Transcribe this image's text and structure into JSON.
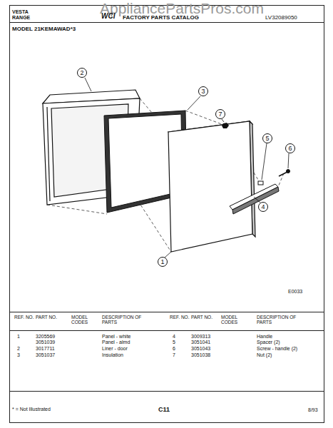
{
  "diagram": {
    "nodes": [
      {
        "text": [
          "2"
        ]
      },
      {
        "text": [
          "3"
        ]
      },
      {
        "text": [
          "7"
        ]
      },
      {
        "text": [
          "5"
        ]
      },
      {
        "text": [
          "6"
        ]
      },
      {
        "text": [
          "4"
        ]
      },
      {
        "text": [
          "1"
        ]
      }
    ],
    "labels": [
      "AppliancePartsPros.com",
      "VESTA RANGE",
      "WCI",
      "FACTORY PARTS CATALOG",
      "LV32089050",
      "MODEL 21KEMAWAD*3",
      "E0033",
      "REF. NO.",
      "PART NO.",
      "MODEL CODES",
      "DESCRIPTION OF PARTS",
      "REF. NO.",
      "PART NO.",
      "MODEL CODES",
      "DESCRIPTION OF PARTS",
      "1",
      "3205569",
      "Panel - white",
      "3051039",
      "Panel - almd",
      "2",
      "3017711",
      "Liner - door",
      "3",
      "3051037",
      "Insulation",
      "4",
      "3009313",
      "Handle",
      "5",
      "3051041",
      "Spacer (2)",
      "6",
      "3051043",
      "Screw - handle (2)",
      "7",
      "3051038",
      "Nut (2)",
      "* = Not Illustrated",
      "C11",
      "8/93"
    ]
  }
}
